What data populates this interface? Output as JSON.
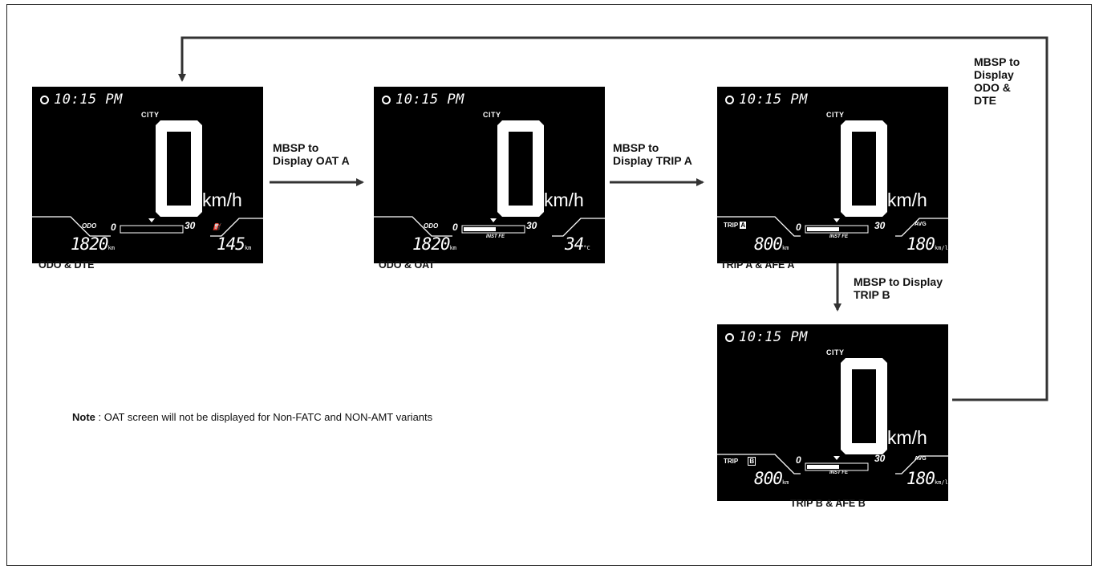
{
  "screens": {
    "s1": {
      "time": "10:15 PM",
      "mode": "CITY",
      "speed": "0",
      "unit": "km/h",
      "left_label": "ODO",
      "left_value": "1820",
      "left_unit": "km",
      "scale_min": "0",
      "scale_max": "30",
      "right_value": "145",
      "right_unit": "km",
      "caption": "ODO & DTE"
    },
    "s2": {
      "time": "10:15 PM",
      "mode": "CITY",
      "speed": "0",
      "unit": "km/h",
      "left_label": "ODO",
      "left_value": "1820",
      "left_unit": "km",
      "scale_min": "0",
      "scale_max": "30",
      "bar_label": "INST FE",
      "right_value": "34",
      "right_unit": "°C",
      "caption": "ODO & OAT"
    },
    "s3": {
      "time": "10:15 PM",
      "mode": "CITY",
      "speed": "0",
      "unit": "km/h",
      "left_label": "TRIP",
      "left_badge": "A",
      "left_value": "800",
      "left_unit": "km",
      "scale_min": "0",
      "scale_max": "30",
      "bar_label": "INST FE",
      "right_label": "AVG",
      "right_value": "180",
      "right_unit": "km/l",
      "caption": "TRIP A & AFE A"
    },
    "s4": {
      "time": "10:15 PM",
      "mode": "CITY",
      "speed": "0",
      "unit": "km/h",
      "left_label": "TRIP",
      "left_badge": "B",
      "left_value": "800",
      "left_unit": "km",
      "scale_min": "0",
      "scale_max": "30",
      "bar_label": "INST FE",
      "right_label": "AVG",
      "right_value": "180",
      "right_unit": "km/l",
      "caption": "TRIP B & AFE B"
    }
  },
  "arrows": {
    "a1": [
      "MBSP to",
      "Display OAT A"
    ],
    "a2": [
      "MBSP to",
      "Display TRIP A"
    ],
    "a3": [
      "MBSP to Display",
      "TRIP B"
    ],
    "a4": [
      "MBSP to",
      "Display",
      "ODO &",
      "DTE"
    ]
  },
  "note": {
    "label": "Note",
    "text": " : OAT screen will not be displayed for Non-FATC and NON-AMT variants"
  },
  "colors": {
    "screen_bg": "#000000",
    "line": "#333333"
  }
}
